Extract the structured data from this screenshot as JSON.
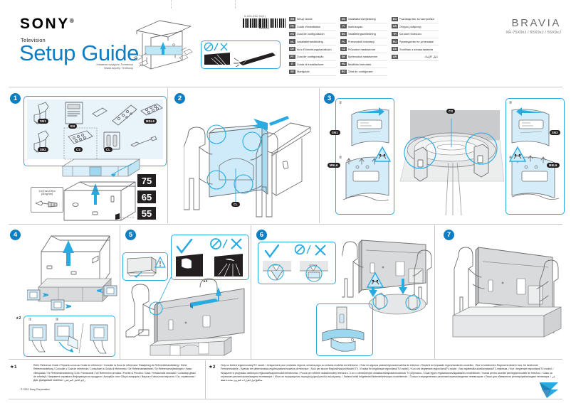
{
  "header": {
    "brand": "SONY",
    "brand_reg": "®",
    "category": "Television",
    "title": "Setup Guide",
    "title_sub_line1": "Название продукта: Телевизор",
    "title_sub_line2": "Назва виробу: Телевізор",
    "scode": "5-025-352-91(1)",
    "barcode_number": "5025352911",
    "bravia": "BRAVIA",
    "models": "XR-75X9xJ / 65X9xJ / 55X9xJ"
  },
  "languages": {
    "col1": [
      {
        "code": "GB",
        "label": "Setup Guide"
      },
      {
        "code": "FR",
        "label": "Guide d'installation"
      },
      {
        "code": "ES",
        "label": "Guía de configuración"
      },
      {
        "code": "NL",
        "label": "Installatiehandleiding"
      },
      {
        "code": "DE",
        "label": "Kurz-Einrichtungshandbuch"
      },
      {
        "code": "PT",
        "label": "Guia de configuração"
      },
      {
        "code": "IT",
        "label": "Guida di installazione"
      },
      {
        "code": "SE",
        "label": "Startguide"
      }
    ],
    "col2": [
      {
        "code": "DK",
        "label": "Installationsvejledning"
      },
      {
        "code": "FI",
        "label": "Asetusopas"
      },
      {
        "code": "NO",
        "label": "Installeringsveiledning"
      },
      {
        "code": "PL",
        "label": "Przewodnik instalacji"
      },
      {
        "code": "CZ",
        "label": "Průvodce nastavením"
      },
      {
        "code": "SK",
        "label": "Sprievodca nastavením"
      },
      {
        "code": "HU",
        "label": "Beállítási útmutató"
      },
      {
        "code": "RO",
        "label": "Ghid de configurare"
      }
    ],
    "col3": [
      {
        "code": "BG",
        "label": "Ръководство за настройка"
      },
      {
        "code": "GR",
        "label": "Οδηγός ρύθμισης"
      },
      {
        "code": "TR",
        "label": "Kurulum Kılavuzu"
      },
      {
        "code": "RU",
        "label": "Руководство по установке"
      },
      {
        "code": "UA",
        "label": "Посібник з налаштування"
      },
      {
        "code": "AR",
        "label": "دليل الإعداد"
      }
    ]
  },
  "steps": [
    {
      "number": "1"
    },
    {
      "number": "2"
    },
    {
      "number": "3"
    },
    {
      "number": "4"
    },
    {
      "number": "5"
    },
    {
      "number": "6"
    },
    {
      "number": "7"
    }
  ],
  "step1": {
    "parts": [
      "SN1",
      "EN",
      "MSL6",
      "SN2",
      "CS",
      "CL"
    ],
    "star_note": "★1",
    "sizes": [
      "75",
      "65",
      "55"
    ],
    "torque_line1": "1.5 N·m/1.5 N·m",
    "torque_line2": "{16 kgf·cm}"
  },
  "step2": {
    "part": "CL"
  },
  "step3": {
    "substeps": [
      "①",
      "②",
      "③",
      "④"
    ],
    "parts_left": [
      "SN1",
      "M5L6"
    ],
    "parts_right": [
      "SN2",
      "M5L6"
    ],
    "part_center": "CS"
  },
  "step4": {
    "star_note": "★2",
    "substeps": [
      "①",
      "②"
    ]
  },
  "step5": {
    "star_note": "★2",
    "check": "✓",
    "forbid": "⃠",
    "cross": "✕"
  },
  "step6": {
    "check": "✓",
    "forbid": "⃠",
    "cross": "✕"
  },
  "footnotes": {
    "star1_mark": "★1",
    "star1_text": "Refer Reference Guide / Reportez-vous au Guide de référence / Consulte la Guía de referencia / Raadpleeg de Referentiehandleiding / Siehe Referenzanleitung / Consulte o Guia de referência / Consultare la Guida di riferimento / Se Referensmaterialet / Se Referencevejledningen / Katso viiteopasta / Se Referanseveiledning / Zob. Przewodnik / Viz Referenční příručka / Pozrite si Príručku / Lásd: Felhasználói útmutató / Consultaţi ghidul de referinţă / Направете справка в Информация за продукта / Ανατρέξτε στον Οδηγό αναφοράς / Başvuru Kılavuzuna başvurun / См. справочник / Див. Довідковий посібник /",
    "star1_rtl": "راجع الدليل المرجعي",
    "star2_mark": "★2",
    "star2_text": "Only on limited region/country/TV model. / Uniquement pour certaines régions, certains pays ou certains modèles de téléviseur. / Solo en algunos países/regiones/modelos de televisor. / Beperkt tot bepaalde regio's/landen/tv-modellen. / Nur in bestimmten Regionen/Ländern bzw. für bestimmte Fernsehmodelle. / Apenas em determinadas regiões/países/modelos de televisor. / Solo per alcune Regioni/Nazioni/Modelli TV. / Endast för begränsad region/land/TV-modell. / Kun ved begrænset region/land/TV-model. / Van rajoitetuilla alueilla/maissa/TV-malleissa. / Kun i begrenset region/land/TV-modell. / Wyłącznie w przypadku niektórych regionów/krajów/modeli telewizorów. / Pouze pro některé oblasti/modely televizoru. / Len v obmedzených oblastiach/krajinách/modeloch TV prijímačov. / Csak egyes régiókban/országokban/tv-modelleknél. / Numai pentru anumite ţări/regiuni/modele de televizor. / Само за ограничен регион/страна/модели телевизори. / Μόνο σε περιορισμένες περιοχές/χώρες/μοντέλα τηλεόρασης. / Sadece belirli bölgelerde/ülkelerde/televizyon modellerinde. / Только в определенных регионах/странах/моделях телевизоров. / Лише для обмеженого регіону/країни/моделі телевізора. /",
    "star2_rtl": "في مناطق/دول/طرازات تلفزيون محددة فقط."
  },
  "copyright": "© 2021 Sony Corporation",
  "colors": {
    "accent": "#0d7ec4",
    "cyan": "#29abe2",
    "cyan_fill": "#bfe8f7",
    "grey_line": "#c6c8ca",
    "dark": "#231f20"
  }
}
